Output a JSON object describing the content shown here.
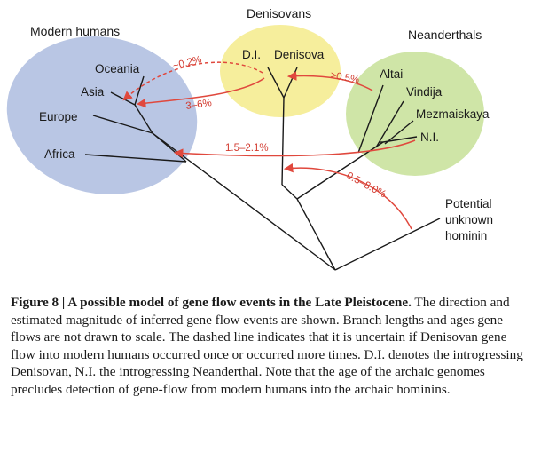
{
  "diagram": {
    "groups": {
      "modern_humans": "Modern humans",
      "denisovans": "Denisovans",
      "neanderthals": "Neanderthals"
    },
    "leaves": {
      "oceania": "Oceania",
      "asia": "Asia",
      "europe": "Europe",
      "africa": "Africa",
      "di": "D.I.",
      "denisova": "Denisova",
      "altai": "Altai",
      "vindija": "Vindija",
      "mezmaiskaya": "Mezmaiskaya",
      "ni": "N.I.",
      "potential_1": "Potential",
      "potential_2": "unknown",
      "potential_3": "hominin"
    },
    "gene_flows": {
      "denisovan_oceania_dashed": "~0.2%",
      "denisovan_asia": "3–6%",
      "neanderthal_denisovan": ">0.5%",
      "neanderthal_modern": "1.5–2.1%",
      "unknown_denisovan": "0.5–8.0%"
    },
    "colors": {
      "modern_humans_fill": "#b9c6e4",
      "denisovans_fill": "#f6ee9c",
      "neanderthals_fill": "#cfe5a7",
      "arrow": "#e0483d",
      "tree": "#1a1a1a"
    }
  },
  "caption": {
    "title": "Figure 8 | A possible model of gene flow events in the Late Pleistocene.",
    "body": " The direction and estimated magnitude of inferred gene flow events are shown. Branch lengths and ages gene flows are not drawn to scale. The dashed line indicates that it is uncertain if Denisovan gene flow into modern humans occurred once or occurred more times. D.I. denotes the introgressing Denisovan, N.I. the introgressing Neanderthal. Note that the age of the archaic genomes precludes detection of gene-flow from modern humans into the archaic hominins."
  }
}
